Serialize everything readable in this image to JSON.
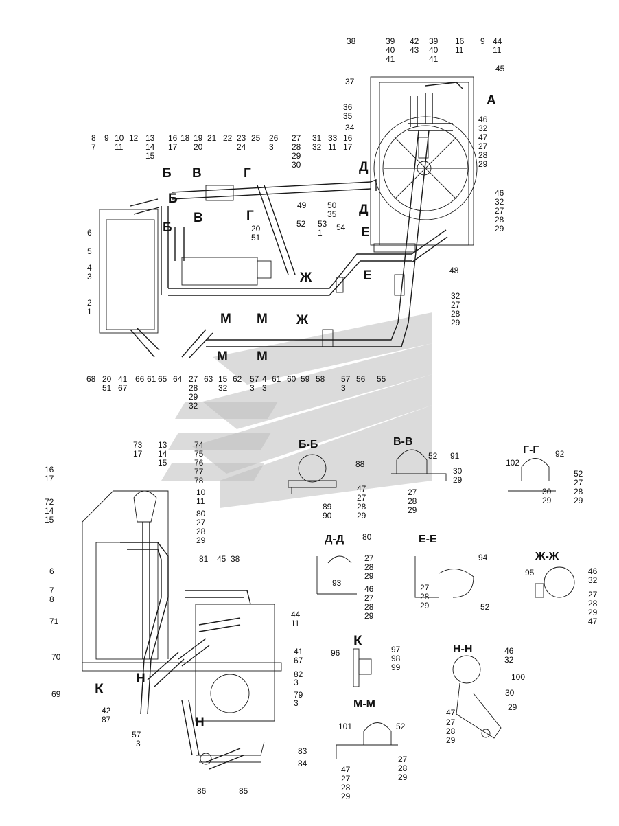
{
  "main_view": {
    "labels": [
      "38",
      "39",
      "40",
      "41",
      "42",
      "43",
      "39",
      "40",
      "41",
      "16",
      "11",
      "9",
      "44",
      "11",
      "45",
      "37",
      "36",
      "35",
      "34",
      "46",
      "32",
      "47",
      "27",
      "28",
      "29",
      "8",
      "7",
      "9",
      "10",
      "11",
      "12",
      "13",
      "14",
      "15",
      "16",
      "17",
      "18",
      "19",
      "20",
      "21",
      "22",
      "23",
      "24",
      "25",
      "26",
      "3",
      "27",
      "28",
      "29",
      "30",
      "31",
      "32",
      "33",
      "11",
      "16",
      "17",
      "6",
      "5",
      "4",
      "3",
      "2",
      "1",
      "49",
      "50",
      "35",
      "46",
      "32",
      "27",
      "28",
      "29",
      "20",
      "51",
      "52",
      "53",
      "1",
      "54",
      "48",
      "32",
      "27",
      "28",
      "29",
      "68",
      "20",
      "51",
      "41",
      "67",
      "66",
      "61",
      "65",
      "64",
      "27",
      "28",
      "29",
      "32",
      "63",
      "15",
      "32",
      "62",
      "57",
      "3",
      "4",
      "3",
      "61",
      "60",
      "59",
      "58",
      "57",
      "3",
      "56",
      "55"
    ],
    "sections": [
      "Б",
      "Б",
      "Б",
      "В",
      "В",
      "Г",
      "Г",
      "Д",
      "Д",
      "Е",
      "Е",
      "Ж",
      "Ж",
      "М",
      "М",
      "М",
      "М"
    ],
    "view_arrow": "А"
  },
  "lower_view": {
    "labels": [
      "73",
      "17",
      "13",
      "14",
      "15",
      "74",
      "75",
      "76",
      "77",
      "78",
      "16",
      "17",
      "72",
      "14",
      "15",
      "10",
      "11",
      "80",
      "27",
      "28",
      "29",
      "6",
      "7",
      "8",
      "71",
      "81",
      "45",
      "38",
      "44",
      "11",
      "70",
      "41",
      "67",
      "82",
      "3",
      "69",
      "42",
      "87",
      "79",
      "3",
      "57",
      "3",
      "83",
      "84",
      "86",
      "85"
    ],
    "view_label": "К",
    "section_arrows": [
      "Н",
      "Н"
    ]
  },
  "details": [
    {
      "title": "Б-Б",
      "labels": [
        "88",
        "47",
        "27",
        "28",
        "29",
        "89",
        "90"
      ]
    },
    {
      "title": "В-В",
      "labels": [
        "52",
        "91",
        "30",
        "29",
        "27",
        "28",
        "29"
      ]
    },
    {
      "title": "Г-Г",
      "labels": [
        "92",
        "102",
        "52",
        "27",
        "28",
        "29",
        "30",
        "29"
      ]
    },
    {
      "title": "Д-Д",
      "labels": [
        "80",
        "27",
        "28",
        "29",
        "93",
        "46",
        "27",
        "28",
        "29"
      ]
    },
    {
      "title": "Е-Е",
      "labels": [
        "94",
        "27",
        "28",
        "29",
        "52"
      ]
    },
    {
      "title": "Ж-Ж",
      "labels": [
        "95",
        "46",
        "32",
        "27",
        "28",
        "29",
        "47"
      ]
    },
    {
      "title": "К",
      "labels": [
        "96",
        "97",
        "98",
        "99"
      ]
    },
    {
      "title": "Н-Н",
      "labels": [
        "46",
        "32",
        "100",
        "30",
        "29",
        "47",
        "27",
        "28",
        "29"
      ]
    },
    {
      "title": "М-М",
      "labels": [
        "101",
        "52",
        "47",
        "27",
        "28",
        "29",
        "27",
        "28",
        "29"
      ]
    }
  ]
}
